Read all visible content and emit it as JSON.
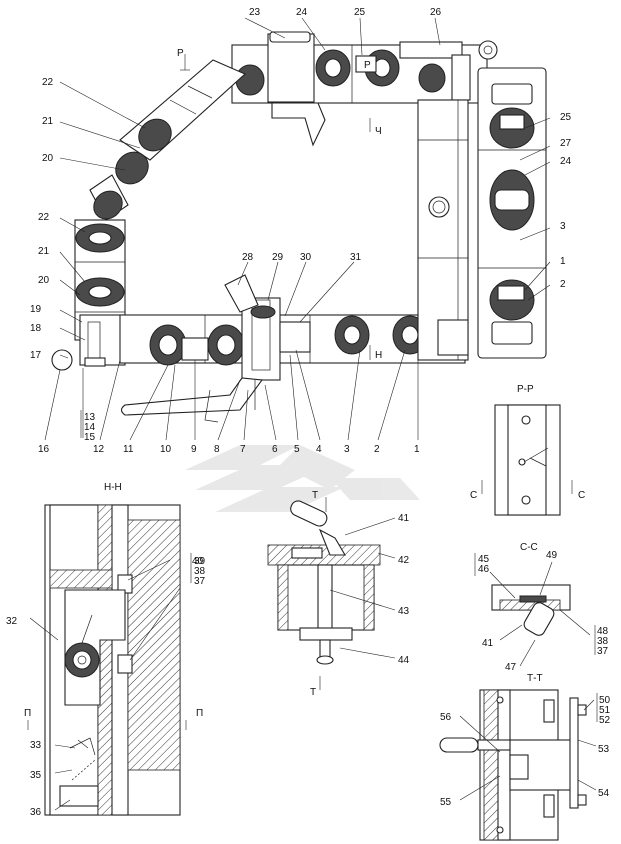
{
  "watermark": "logo",
  "views": [
    {
      "id": "main",
      "title": ""
    },
    {
      "id": "H-H",
      "title": "Н-Н"
    },
    {
      "id": "P-P",
      "title": "Р-Р"
    },
    {
      "id": "C-C",
      "title": "С-С"
    },
    {
      "id": "T-T",
      "title": "Т-Т"
    },
    {
      "id": "T-view",
      "title": ""
    }
  ],
  "section_marks": {
    "P": "Р",
    "P_inner": "Р",
    "CH": "Ч",
    "H": "Н",
    "C": "С",
    "T": "Т",
    "Pi": "П"
  },
  "callouts": {
    "n1": "1",
    "n2": "2",
    "n3": "3",
    "n4": "4",
    "n5": "5",
    "n6": "6",
    "n7": "7",
    "n8": "8",
    "n9": "9",
    "n10": "10",
    "n11": "11",
    "n12": "12",
    "n13": "13",
    "n14": "14",
    "n15": "15",
    "n16": "16",
    "n17": "17",
    "n18": "18",
    "n19": "19",
    "n20": "20",
    "n21": "21",
    "n22": "22",
    "n23": "23",
    "n24": "24",
    "n25": "25",
    "n26": "26",
    "n27": "27",
    "n28": "28",
    "n29": "29",
    "n30": "30",
    "n31": "31",
    "n32": "32",
    "n33": "33",
    "n35": "35",
    "n36": "36",
    "n37": "37",
    "n38": "38",
    "n39": "39",
    "n40": "40",
    "n41": "41",
    "n42": "42",
    "n43": "43",
    "n44": "44",
    "n45": "45",
    "n46": "46",
    "n47": "47",
    "n48": "48",
    "n49": "49",
    "n50": "50",
    "n51": "51",
    "n52": "52",
    "n53": "53",
    "n54": "54",
    "n55": "55",
    "n56": "56"
  }
}
